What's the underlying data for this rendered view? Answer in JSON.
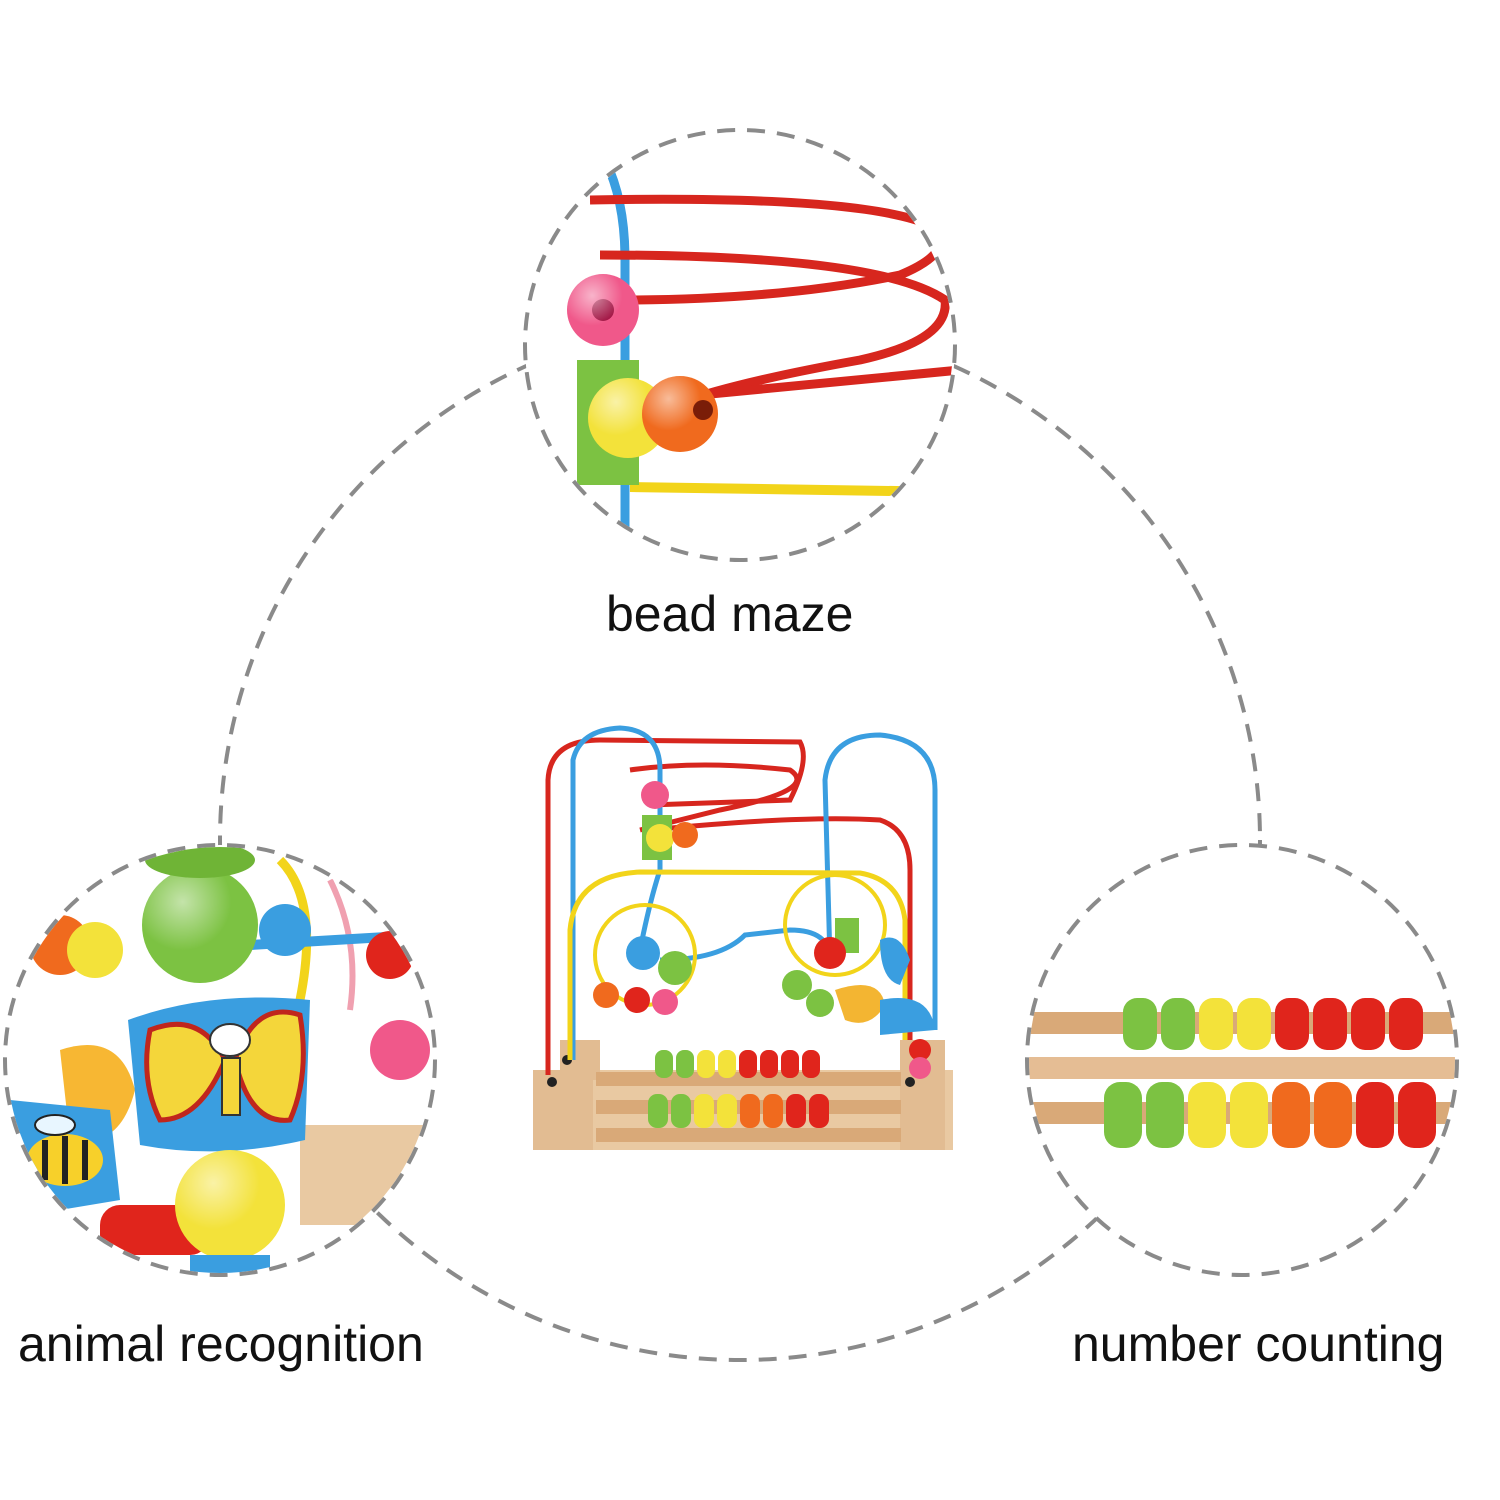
{
  "labels": {
    "bead_maze": "bead maze",
    "animal_recognition": "animal recognition",
    "number_counting": "number counting"
  },
  "colors": {
    "dash": "#8a8a8a",
    "wire_red": "#d7261e",
    "wire_blue": "#3a9ee0",
    "wire_yellow": "#f2d41a",
    "bead_green": "#7cc242",
    "bead_yellow": "#f3e23a",
    "bead_red": "#e0251c",
    "bead_orange": "#f06a1e",
    "bead_pink": "#f0588a",
    "wood": "#e9c9a2"
  },
  "icons": [
    "butterfly-icon",
    "bee-icon"
  ]
}
